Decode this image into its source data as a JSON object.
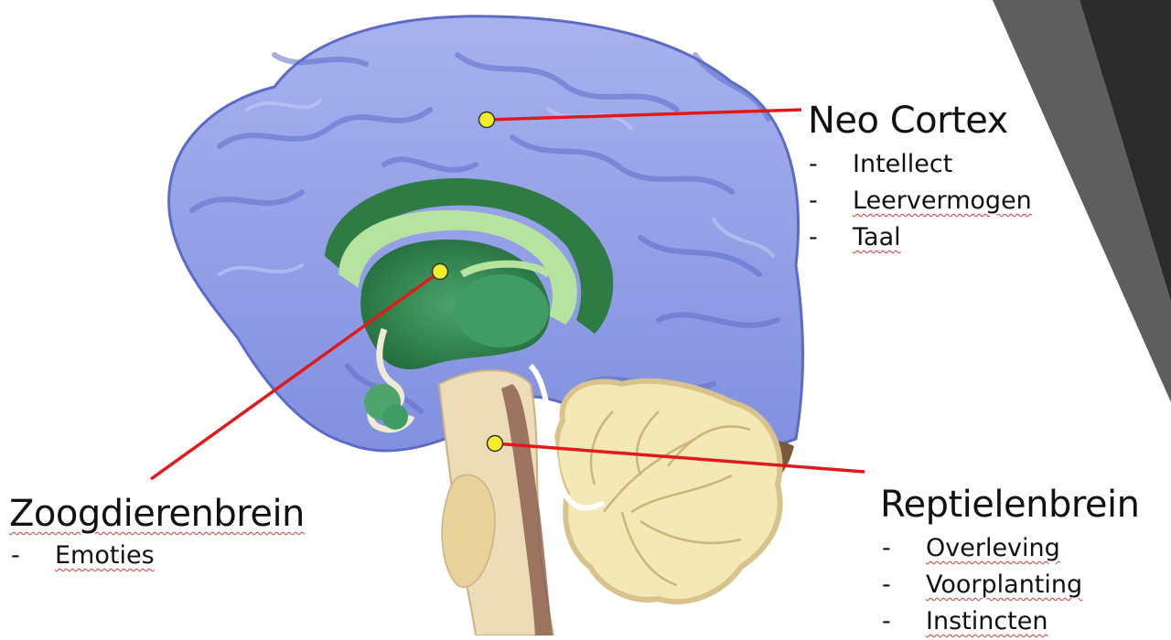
{
  "labels": {
    "neo_cortex": {
      "title": "Neo Cortex",
      "items": [
        "Intellect",
        "Leervermogen",
        "Taal"
      ]
    },
    "zoogdierenbrein": {
      "title": "Zoogdierenbrein",
      "items": [
        "Emoties"
      ]
    },
    "reptielenbrein": {
      "title": "Reptielenbrein",
      "items": [
        "Overleving",
        "Voorplanting",
        "Instincten"
      ]
    },
    "bullet": "-"
  },
  "colors": {
    "cortex": "#8f9de6",
    "cortex_dark": "#6072cf",
    "limbic": "#2f8a4f",
    "limbic_light": "#b7e3a0",
    "brainstem": "#ead9b5",
    "cerebellum": "#f3e7b8",
    "pointer": "#e01a1a",
    "marker": "#f2ef2a",
    "corner_band": "#2e2e2e"
  },
  "icons": [
    "brain-illustration-icon"
  ]
}
